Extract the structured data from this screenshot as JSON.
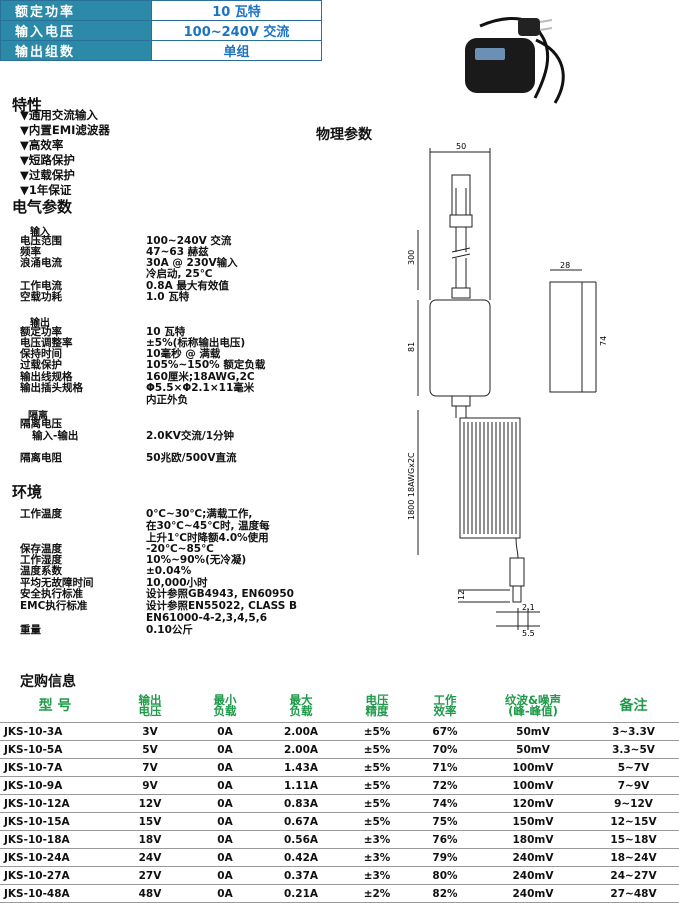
{
  "top_table": [
    {
      "label": "额定功率",
      "value": "10 瓦特"
    },
    {
      "label": "输入电压",
      "value": "100~240V 交流"
    },
    {
      "label": "输出组数",
      "value": "单组"
    }
  ],
  "features": {
    "title": "特性",
    "items": [
      "▼通用交流输入",
      "▼内置EMI滤波器",
      "▼高效率",
      "▼短路保护",
      "▼过载保护",
      "▼1年保证"
    ]
  },
  "physical": {
    "title": "物理参数",
    "dims": {
      "width": "50",
      "cord_top": "300",
      "body_h": "81",
      "cable": "1800 18AWGx2C",
      "plug_h": "12",
      "side_w": "28",
      "side_h": "74",
      "d1": "2.1",
      "d2": "5.5"
    }
  },
  "electrical": {
    "title": "电气参数",
    "input_title": "输入",
    "input": [
      {
        "label": "电压范围",
        "value": "100~240V 交流"
      },
      {
        "label": "频率",
        "value": "47~63 赫兹"
      },
      {
        "label": "浪涌电流",
        "value": "30A @ 230V输入"
      },
      {
        "label": "",
        "value": "冷启动, 25℃"
      },
      {
        "label": "工作电流",
        "value": "0.8A 最大有效值"
      },
      {
        "label": "空载功耗",
        "value": "1.0 瓦特"
      }
    ],
    "output_title": "输出",
    "output": [
      {
        "label": "额定功率",
        "value": "10 瓦特"
      },
      {
        "label": "电压调整率",
        "value": "±5%(标称输出电压)"
      },
      {
        "label": "保持时间",
        "value": "10毫秒 @ 满载"
      },
      {
        "label": "过载保护",
        "value": "105%~150% 额定负载"
      },
      {
        "label": "输出线规格",
        "value": "160厘米;18AWG,2C"
      },
      {
        "label": "输出插头规格",
        "value": "Φ5.5×Φ2.1×11毫米"
      },
      {
        "label": "",
        "value": "内正外负"
      }
    ],
    "isolation_title": "隔离",
    "isolation": [
      {
        "label": "隔离电压",
        "value": ""
      },
      {
        "label": "输入-输出",
        "value": "2.0KV交流/1分钟"
      },
      {
        "label": "隔离电阻",
        "value": "50兆欧/500V直流"
      }
    ]
  },
  "environment": {
    "title": "环境",
    "rows": [
      {
        "label": "工作温度",
        "value": "0℃~30℃;满载工作,"
      },
      {
        "label": "",
        "value": "在30℃~45℃时, 温度每"
      },
      {
        "label": "",
        "value": "上升1℃时降额4.0%使用"
      },
      {
        "label": "保存温度",
        "value": "-20℃~85℃"
      },
      {
        "label": "工作湿度",
        "value": "10%~90%(无冷凝)"
      },
      {
        "label": "温度系数",
        "value": "±0.04%"
      },
      {
        "label": "平均无故障时间",
        "value": "10,000小时"
      },
      {
        "label": "安全执行标准",
        "value": "设计参照GB4943, EN60950"
      },
      {
        "label": "EMC执行标准",
        "value": "设计参照EN55022, CLASS B"
      },
      {
        "label": "",
        "value": "EN61000-4-2,3,4,5,6"
      },
      {
        "label": "重量",
        "value": "0.10公斤"
      }
    ]
  },
  "order": {
    "title": "定购信息",
    "headers": [
      [
        "型 号"
      ],
      [
        "输出",
        "电压"
      ],
      [
        "最小",
        "负载"
      ],
      [
        "最大",
        "负载"
      ],
      [
        "电压",
        "精度"
      ],
      [
        "工作",
        "效率"
      ],
      [
        "纹波&噪声",
        "(峰-峰值)"
      ],
      [
        "备注"
      ]
    ],
    "rows": [
      [
        "JKS-10-3A",
        "3V",
        "0A",
        "2.00A",
        "±5%",
        "67%",
        "50mV",
        "3~3.3V"
      ],
      [
        "JKS-10-5A",
        "5V",
        "0A",
        "2.00A",
        "±5%",
        "70%",
        "50mV",
        "3.3~5V"
      ],
      [
        "JKS-10-7A",
        "7V",
        "0A",
        "1.43A",
        "±5%",
        "71%",
        "100mV",
        "5~7V"
      ],
      [
        "JKS-10-9A",
        "9V",
        "0A",
        "1.11A",
        "±5%",
        "72%",
        "100mV",
        "7~9V"
      ],
      [
        "JKS-10-12A",
        "12V",
        "0A",
        "0.83A",
        "±5%",
        "74%",
        "120mV",
        "9~12V"
      ],
      [
        "JKS-10-15A",
        "15V",
        "0A",
        "0.67A",
        "±5%",
        "75%",
        "150mV",
        "12~15V"
      ],
      [
        "JKS-10-18A",
        "18V",
        "0A",
        "0.56A",
        "±3%",
        "76%",
        "180mV",
        "15~18V"
      ],
      [
        "JKS-10-24A",
        "24V",
        "0A",
        "0.42A",
        "±3%",
        "79%",
        "240mV",
        "18~24V"
      ],
      [
        "JKS-10-27A",
        "27V",
        "0A",
        "0.37A",
        "±3%",
        "80%",
        "240mV",
        "24~27V"
      ],
      [
        "JKS-10-48A",
        "48V",
        "0A",
        "0.21A",
        "±2%",
        "82%",
        "240mV",
        "27~48V"
      ]
    ]
  }
}
